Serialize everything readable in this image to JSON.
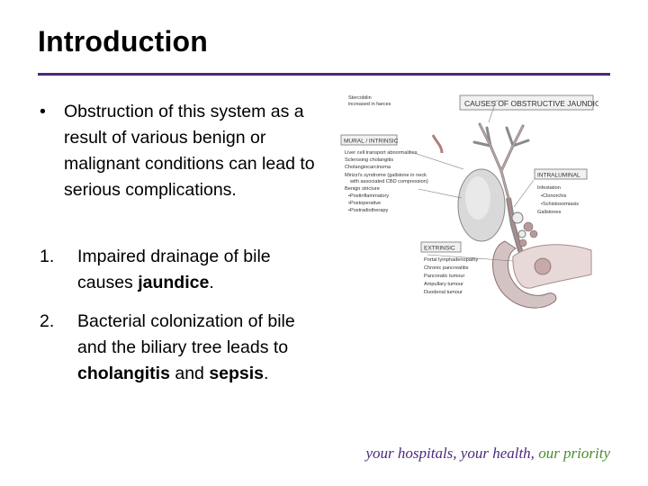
{
  "slide": {
    "title": "Introduction",
    "bullet": {
      "marker": "•",
      "text": "Obstruction of this system as a result of various benign or malignant conditions can lead to serious complications."
    },
    "numbered": [
      {
        "num": "1.",
        "text_before": "Impaired drainage of bile causes ",
        "bold": "jaundice",
        "text_after": "."
      },
      {
        "num": "2.",
        "text_before": "Bacterial colonization of bile and the biliary tree leads to ",
        "bold1": "cholangitis",
        "mid": " and ",
        "bold2": "sepsis",
        "text_after": "."
      }
    ],
    "figure": {
      "title_box": "CAUSES OF OBSTRUCTIVE JAUNDICE",
      "stercobilin": [
        "Stercobilin",
        "increased in faeces"
      ],
      "mural_heading": "MURAL / INTRINSIC",
      "mural_items": [
        "Liver cell transport abnormalities",
        "Sclerosing cholangitis",
        "Cholangiocarcinoma",
        "Mirizzi's syndrome (gallstone in neck",
        "with associated CBD compression)",
        "Benign stricture",
        "•Postinflammatory",
        "•Postoperative",
        "•Postradiotherapy"
      ],
      "intraluminal_heading": "INTRALUMINAL",
      "intraluminal_items": [
        "Infestation",
        "•Clonorchis",
        "•Schistosomiasis",
        "Gallstones"
      ],
      "extrinsic_heading": "EXTRINSIC",
      "extrinsic_items": [
        "Portal lymphadenopathy",
        "Chronic pancreatitis",
        "Pancreatic tumour",
        "Ampullary tumour",
        "Duodenal tumour"
      ]
    },
    "tagline": {
      "main": "your hospitals, your health, ",
      "accent": "our priority"
    },
    "colors": {
      "rule": "#4b2a7b",
      "tagline": "#4b2a7b",
      "tagline_accent": "#4a8c2a"
    }
  }
}
